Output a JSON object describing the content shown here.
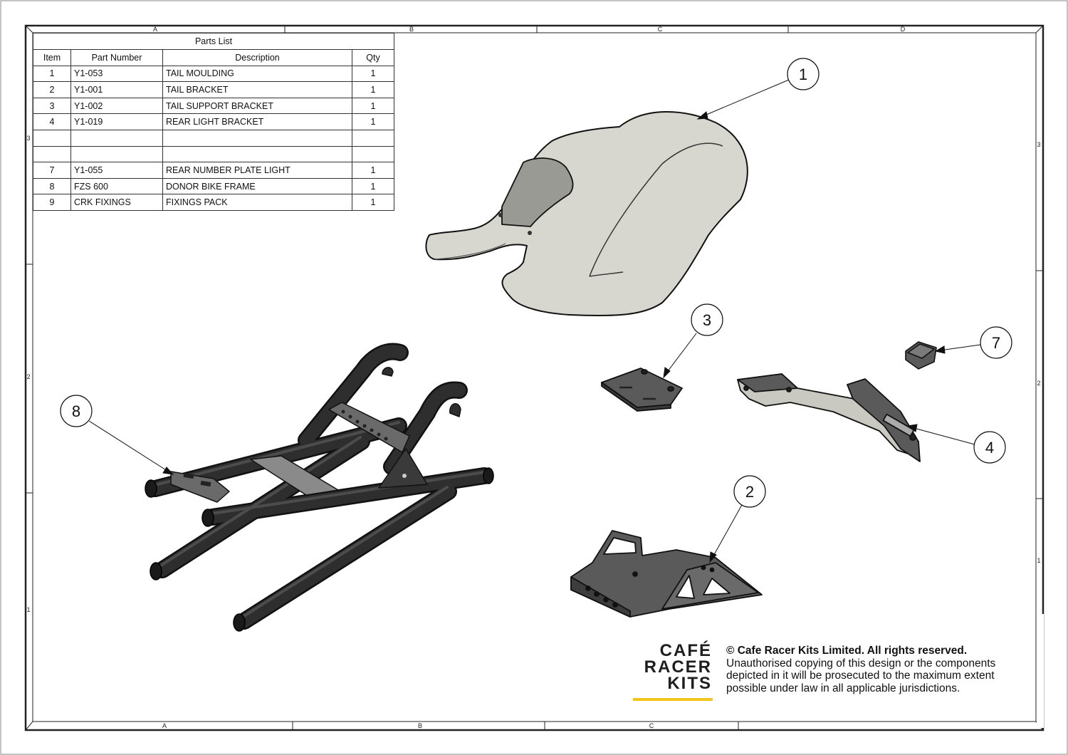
{
  "zones": {
    "top": [
      "A",
      "B",
      "C",
      "D"
    ],
    "bottom": [
      "A",
      "B",
      "C"
    ],
    "left": [
      "3",
      "2",
      "1"
    ],
    "right": [
      "3",
      "2",
      "1"
    ]
  },
  "parts_list": {
    "title": "Parts List",
    "columns": [
      "Item",
      "Part Number",
      "Description",
      "Qty"
    ],
    "rows": [
      {
        "item": "1",
        "part_number": "Y1-053",
        "description": "TAIL MOULDING",
        "qty": "1"
      },
      {
        "item": "2",
        "part_number": "Y1-001",
        "description": "TAIL BRACKET",
        "qty": "1"
      },
      {
        "item": "3",
        "part_number": "Y1-002",
        "description": "TAIL SUPPORT BRACKET",
        "qty": "1"
      },
      {
        "item": "4",
        "part_number": "Y1-019",
        "description": "REAR LIGHT BRACKET",
        "qty": "1"
      },
      {
        "item": "",
        "part_number": "",
        "description": "",
        "qty": ""
      },
      {
        "item": "",
        "part_number": "",
        "description": "",
        "qty": ""
      },
      {
        "item": "7",
        "part_number": "Y1-055",
        "description": "REAR NUMBER PLATE LIGHT",
        "qty": "1"
      },
      {
        "item": "8",
        "part_number": "FZS 600",
        "description": "DONOR BIKE FRAME",
        "qty": "1"
      },
      {
        "item": "9",
        "part_number": "CRK FIXINGS",
        "description": "FIXINGS PACK",
        "qty": "1"
      }
    ]
  },
  "balloons": [
    "1",
    "3",
    "7",
    "8",
    "4",
    "2"
  ],
  "logo": {
    "line1": "CAFÉ",
    "line2": "RACER",
    "line3": "KITS",
    "accent_color": "#f2c51b"
  },
  "copyright": {
    "heading": "© Cafe Racer Kits Limited. All rights reserved.",
    "body": "Unauthorised copying of this design or the components depicted in it will be prosecuted to the maximum extent possible under law in all applicable jurisdictions."
  },
  "colors": {
    "moulding": "#d8d7cf",
    "bracket": "#5a5a5a",
    "frame": "#2e2e2e",
    "border": "#222222"
  }
}
